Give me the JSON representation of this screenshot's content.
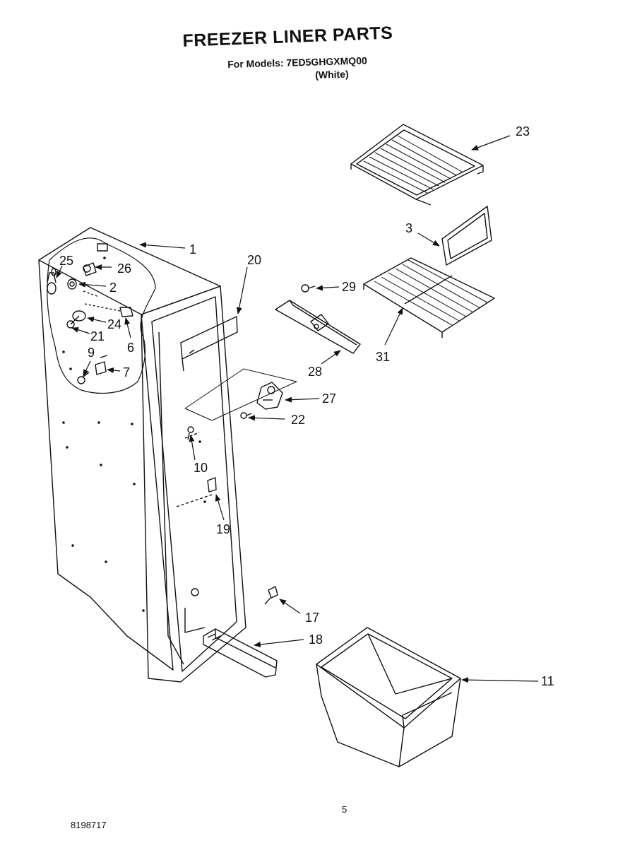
{
  "header": {
    "title": "FREEZER LINER PARTS",
    "models_line": "For Models: 7ED5GHGXMQ00",
    "color_line": "(White)"
  },
  "callouts": [
    {
      "id": "1",
      "label": "1"
    },
    {
      "id": "2",
      "label": "2"
    },
    {
      "id": "3",
      "label": "3"
    },
    {
      "id": "6",
      "label": "6"
    },
    {
      "id": "7",
      "label": "7"
    },
    {
      "id": "9",
      "label": "9"
    },
    {
      "id": "10",
      "label": "10"
    },
    {
      "id": "11",
      "label": "11"
    },
    {
      "id": "17",
      "label": "17"
    },
    {
      "id": "18",
      "label": "18"
    },
    {
      "id": "19",
      "label": "19"
    },
    {
      "id": "20",
      "label": "20"
    },
    {
      "id": "21",
      "label": "21"
    },
    {
      "id": "22",
      "label": "22"
    },
    {
      "id": "23",
      "label": "23"
    },
    {
      "id": "24",
      "label": "24"
    },
    {
      "id": "25",
      "label": "25"
    },
    {
      "id": "26",
      "label": "26"
    },
    {
      "id": "27",
      "label": "27"
    },
    {
      "id": "28",
      "label": "28"
    },
    {
      "id": "29",
      "label": "29"
    },
    {
      "id": "31",
      "label": "31"
    }
  ],
  "footer": {
    "page_number": "5",
    "document_number": "8198717"
  }
}
